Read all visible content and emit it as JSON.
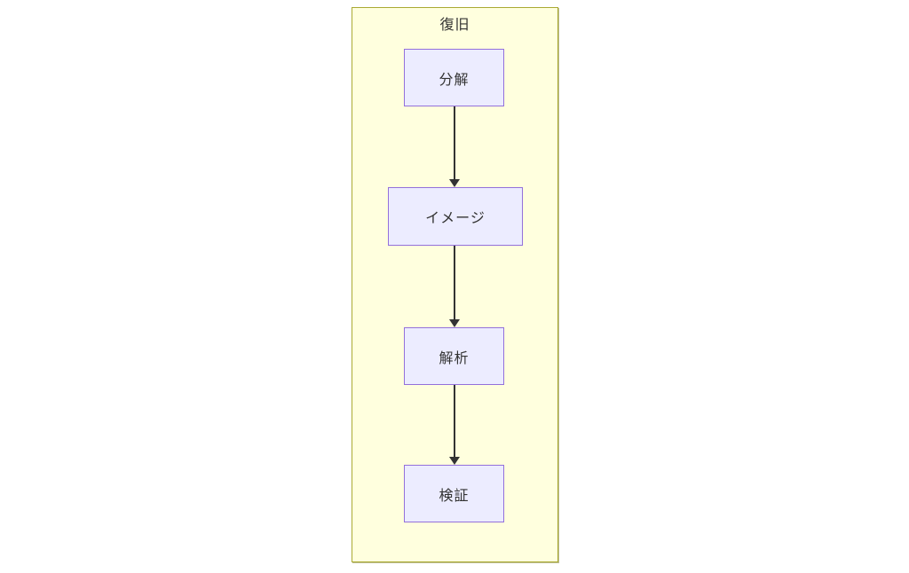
{
  "diagram": {
    "type": "flowchart",
    "direction": "top-down",
    "subgraph": {
      "title": "復旧",
      "fill_color": "#ffffde",
      "border_color": "#aaaa33"
    },
    "node_style": {
      "fill_color": "#ececff",
      "border_color": "#9370db",
      "text_color": "#333333"
    },
    "edge_style": {
      "line_color": "#333333",
      "arrowhead": "filled-triangle"
    },
    "nodes": [
      {
        "label": "分解"
      },
      {
        "label": "イメージ"
      },
      {
        "label": "解析"
      },
      {
        "label": "検証"
      }
    ],
    "edges": [
      {
        "from": "分解",
        "to": "イメージ"
      },
      {
        "from": "イメージ",
        "to": "解析"
      },
      {
        "from": "解析",
        "to": "検証"
      }
    ]
  }
}
